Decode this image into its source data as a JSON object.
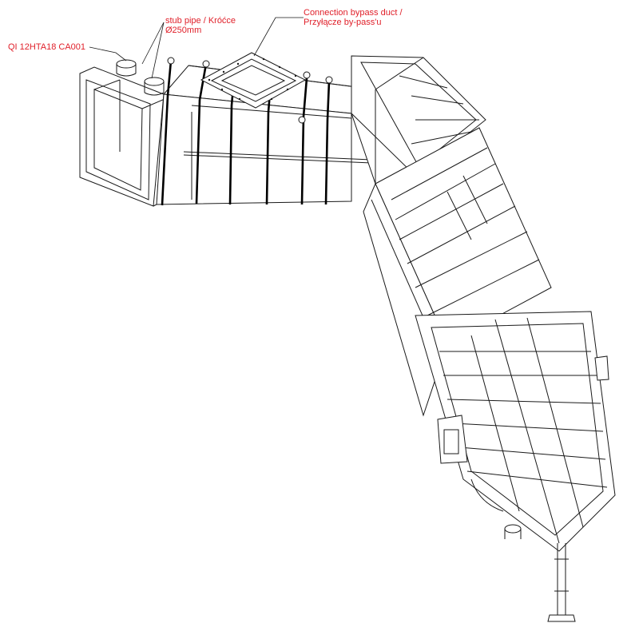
{
  "labels": {
    "tag": "QI 12HTA18 CA001",
    "stub_line1": "stub pipe / Króćce",
    "stub_line2": "Ø250mm",
    "bypass_line1": "Connection bypass duct /",
    "bypass_line2": "Przyłącze by-pass'u"
  },
  "colors": {
    "label_text": "#e0202a",
    "line": "#1a1a1a",
    "background": "#ffffff"
  }
}
